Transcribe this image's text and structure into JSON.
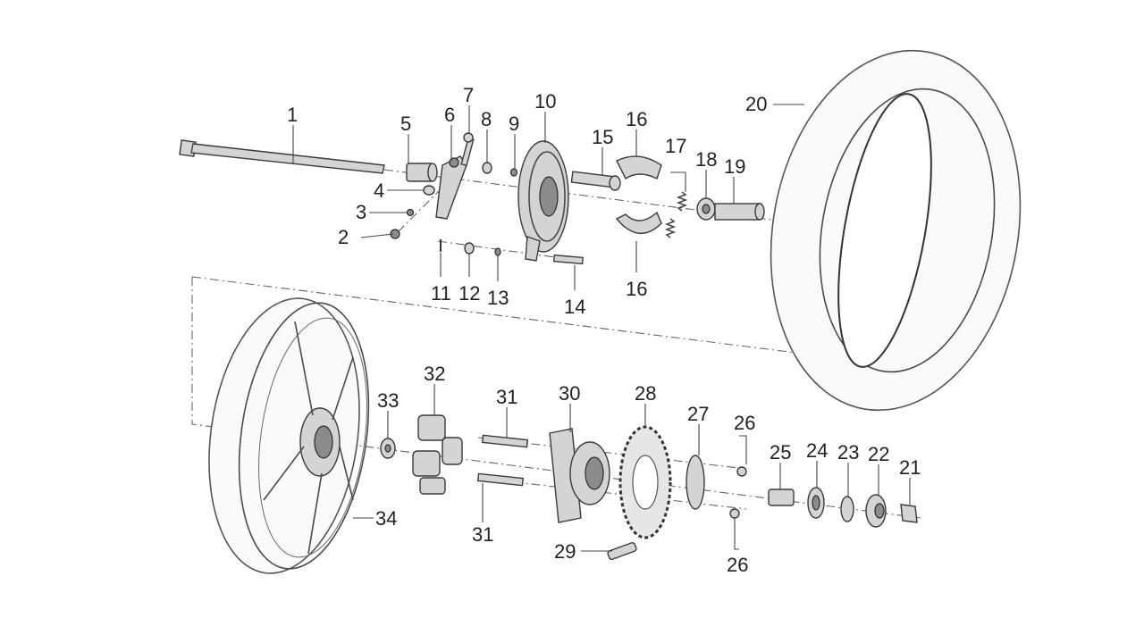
{
  "diagram": {
    "background": "#ffffff",
    "line_color": "#4a4a4a",
    "part_color": "#d4d4d4",
    "labels": [
      "1",
      "2",
      "3",
      "4",
      "5",
      "6",
      "7",
      "8",
      "9",
      "10",
      "11",
      "12",
      "13",
      "14",
      "15",
      "16",
      "16",
      "17",
      "18",
      "19",
      "20",
      "21",
      "22",
      "23",
      "24",
      "25",
      "26",
      "26",
      "27",
      "28",
      "29",
      "30",
      "31",
      "31",
      "32",
      "33",
      "34"
    ]
  }
}
